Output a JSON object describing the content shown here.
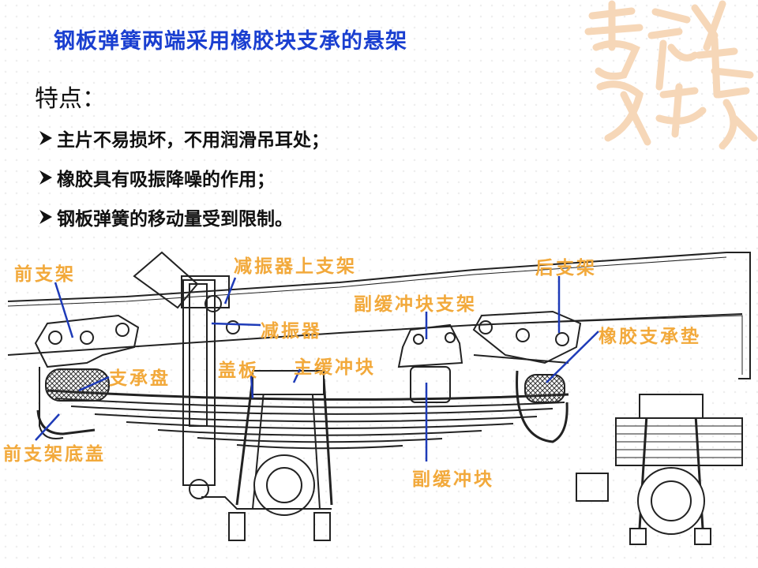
{
  "slide": {
    "title": "钢板弹簧两端采用橡胶块支承的悬架",
    "heading": "特点：",
    "bullets": [
      "主片不易损坏，不用润滑吊耳处；",
      "橡胶具有吸振降噪的作用；",
      "钢板弹簧的移动量受到限制。"
    ]
  },
  "diagram": {
    "labels": {
      "front_bracket": "前支架",
      "shock_upper_bracket": "减振器上支架",
      "rear_bracket": "后支架",
      "aux_bumper_bracket": "副缓冲块支架",
      "shock_absorber": "减振器",
      "rubber_pad": "橡胶支承垫",
      "support_plate": "支承盘",
      "cover_plate": "盖板",
      "main_bumper": "主缓冲块",
      "front_bracket_cover": "前支架底盖",
      "aux_bumper": "副缓冲块"
    }
  },
  "colors": {
    "title": "#1a3fd0",
    "label": "#f2a93b",
    "leader": "#1e3bb8",
    "line": "#222222",
    "watermark": "#f6d7b8"
  },
  "icons": {
    "bullet": "arrow-bullet-icon"
  }
}
